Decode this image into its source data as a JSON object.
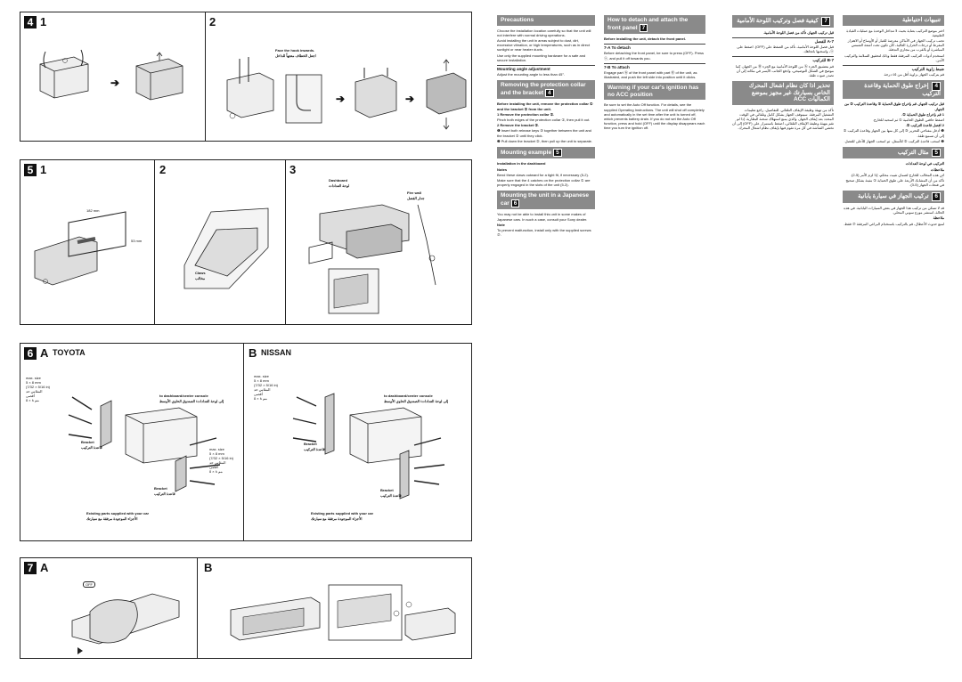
{
  "panels": {
    "p4": {
      "num": "4",
      "step1": "1",
      "step2": "2",
      "hook_en": "Face the hook inwards.",
      "hook_ar": "اجعل الخطاف متجهاً للداخل"
    },
    "p5": {
      "num": "5",
      "step1": "1",
      "step2": "2",
      "step3": "3",
      "w": "182 mm",
      "h": "53 mm",
      "claws_en": "Claws",
      "claws_ar": "مخالب",
      "dash_en": "Dashboard",
      "dash_ar": "لوحة العدادات",
      "fire_en": "Fire wall",
      "fire_ar": "جدار الفصل"
    },
    "p6": {
      "num": "6",
      "a_letter": "A",
      "a_name": "TOYOTA",
      "b_letter": "B",
      "b_name": "NISSAN",
      "maxsize": "max. size",
      "size1": "5 × 8 mm",
      "size1b": "(7/32 × 5/16 in)",
      "size_ar1": "المقاس حد",
      "size_ar2": "أقصى",
      "size_ar3": "مم ٨ × ٥",
      "console_en": "to dashboard/center console",
      "console_ar": "إلى لوحة العدادات/ الصندوق الحاوي الأوسط",
      "bracket_en": "Bracket",
      "bracket_ar": "قاعدة التركيب",
      "existing_en": "Existing parts supplied with your car",
      "existing_ar": "الأجزاء الموجودة مرفقة مع سيارتك"
    },
    "p7": {
      "num": "7",
      "a": "A",
      "b": "B",
      "off": "OFF"
    }
  },
  "mid_col1": {
    "precautions_title": "Precautions",
    "precautions": [
      "Choose the installation location carefully so that the unit will not interfere with normal driving operations.",
      "Avoid installing the unit in areas subject to dust, dirt, excessive vibration, or high temperatures, such as in direct sunlight or near heater ducts.",
      "Use only the supplied mounting hardware for a safe and secure installation."
    ],
    "angle_title": "Mounting angle adjustment",
    "angle_text": "Adjust the mounting angle to less than 45°.",
    "collar_title": "Removing the protection collar and the bracket",
    "collar_num": "4",
    "collar_intro": "Before installing the unit, remove the protection collar ① and the bracket ② from the unit.",
    "collar_s1": "1  Remove the protection collar ①.",
    "collar_s1t": "Pinch both edges of the protection collar ①, then pull it out.",
    "collar_s2": "2  Remove the bracket ②.",
    "collar_s2a": "❶ Insert both release keys ③ together between the unit and the bracket ② until they click.",
    "collar_s2b": "❷ Pull down the bracket ②, then pull up the unit to separate.",
    "example_title": "Mounting example",
    "example_num": "5",
    "example_sub": "Installation in the dashboard",
    "example_notes": "Notes",
    "example_n1": "Bend these claws outward for a tight fit, if necessary (5-2).",
    "example_n2": "Make sure that the 4 catches on the protection collar ① are properly engaged in the slots of the unit (5-3).",
    "japan_title": "Mounting the unit in a Japanese car",
    "japan_num": "6",
    "japan_text": "You may not be able to install this unit in some makes of Japanese cars. In such a case, consult your Sony dealer.",
    "japan_note": "Note",
    "japan_note_t": "To prevent malfunction, install only with the supplied screws ⑦."
  },
  "mid_col2": {
    "detach_title": "How to detach and attach the front panel",
    "detach_num": "7",
    "detach_intro": "Before installing the unit, detach the front panel.",
    "a_title": "7-A To detach",
    "a_text": "Before detaching the front panel, be sure to press (OFF). Press ⓐ, and pull it off towards you.",
    "b_title": "7-B To attach",
    "b_text": "Engage part Ⓐ of the front panel with part Ⓑ of the unit, as illustrated, and push the left side into position until it clicks.",
    "warn_title": "Warning if your car's ignition has no ACC position",
    "warn_text": "Be sure to set the Auto Off function. For details, see the supplied Operating Instructions. The unit will shut off completely and automatically in the set time after the unit is turned off, which prevents battery drain. If you do not set the Auto Off function, press and hold (OFF) until the display disappears each time you turn the ignition off."
  },
  "ar_col1": {
    "title": "كيفية فصل وتركيب اللوحة الأمامية",
    "num": "7",
    "intro": "قبل تركيب الجهاز، تأكد من فصل اللوحة الأمامية.",
    "a_title": "A-7 للفصل",
    "a_text": "قبل فصل اللوحة الأمامية، تأكد من الضغط على (OFF). اضغط على ⓐ، واسحبها باتجاهك.",
    "b_title": "B-7 للتركيب",
    "b_text": "قم بتعشيق الجزء Ⓐ من اللوحة الأمامية مع الجزء Ⓑ من الجهاز، كما موضح في الشكل التوضيحي، وادفع الجانب الأيسر في مكانه إلى أن تصدر صوت طقة.",
    "warn_title": "تحذير اذا كان نظام اشعال المحرك الخاص بسيارتك غير مجهز بموضع الكماليات ACC",
    "warn_text": "تأكد من تهيئة وظيفة الإيقاف التلقائي. للتفاصيل، راجع تعليمات التشغيل المرفقة. سيتوقف الجهاز بشكل كامل وتلقائي في الوقت المحدد بعد إيقاف الجهاز، والذي يمنع استهلاك شحنة البطارية. إذا لم تقم بتهيئة وظيفة الإيقاف التلقائي، اضغط باستمرار على (OFF) إلى أن تختفي الشاشة في كل مرة تقوم فيها بإيقاف نظام اشعال المحرك."
  },
  "ar_col2": {
    "title": "تنبيهات احتياطية",
    "p1": "اختر موضع التركيب بعناية بحيث لا تتداخل الوحدة مع عمليات القيادة الطبيعية.",
    "p2": "تجنب تركيب الجهاز في الأماكن معرضة للغبار أو الأوساخ أو الاهتزاز المفرط أو درجات الحرارة العالية، كأن تكون تحت أشعة الشمس المباشرة أو بالقرب من مجاري التدفئة.",
    "p3": "استخدم أدوات التركيب المرفقة فقط وذلك لتحقيق السلامة والتركيب الآمن.",
    "angle_title": "ضبط زاوية التركيب",
    "angle_text": "قم بتركيب الجهاز بزاوية أقل من ٤٥ درجة.",
    "collar_title": "إخراج طوق الحماية وقاعدة التركيب",
    "collar_num": "4",
    "collar_intro": "قبل تركيب الجهاز، قم بإخراج طوق الحماية ① وقاعدة التركيب ② من الجهاز.",
    "collar_s1": "1  قم بإخراج طوق الحماية ①.",
    "collar_s1t": "اضغط حافتي الطوق الحامية ① ثم اسحبه للخارج.",
    "collar_s2": "2  افصل قاعدة التركيب ②.",
    "collar_s2a": "❶ أدخل مفتاحي التحرير ③ إلى كل منها بين الجهاز وقاعدة التركيب ② إلى أن تسمع طقة.",
    "collar_s2b": "❷ اسحب قاعدة التركيب ② للأسفل، ثم اسحب الجهاز للأعلى للفصل.",
    "example_title": "مثال التركيب",
    "example_num": "5",
    "example_sub": "التركيب في لوحة العدادات",
    "example_notes": "ملاحظات",
    "example_n1": "اثنِ هذه المخالب للخارج لضمان تثبيت محكم، إذا لزم الأمر (5-2).",
    "example_n2": "تأكد من أن المشابك الأربعة على طوق الحماية ① مثبتة بشكل صحيح في فتحات الجهاز (5-3).",
    "japan_title": "تركيب الجهاز في سيارة يابانية",
    "japan_num": "6",
    "japan_text": "قد لا تتمكن من تركيب هذا الجهاز في بعض السيارات اليابانية. في هذه الحالة، استشر موزع سوني المحلي.",
    "japan_note": "ملاحظة",
    "japan_note_t": "لمنع حدوث الأعطال، قم بالتركيب باستخدام البراغي المرفقة ⑦ فقط."
  }
}
